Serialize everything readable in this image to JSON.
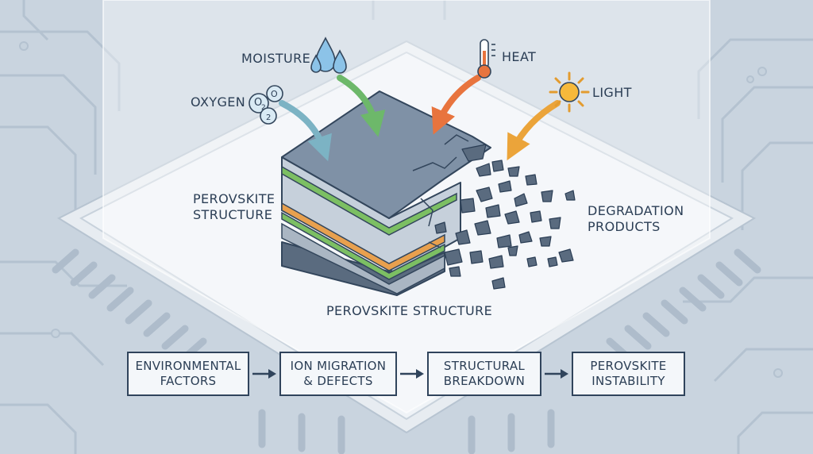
{
  "factors": {
    "moisture": "MOISTURE",
    "heat": "HEAT",
    "oxygen": "OXYGEN",
    "light": "LIGHT"
  },
  "oxygen_glyphs": [
    "O",
    "2",
    "O",
    "2"
  ],
  "labels": {
    "structure_left": [
      "PEROVSKITE",
      "STRUCTURE"
    ],
    "degradation": [
      "DEGRADATION",
      "PRODUCTS"
    ],
    "structure_bottom": "PEROVSKITE STRUCTURE"
  },
  "flow": [
    {
      "line1": "ENVIRONMENTAL",
      "line2": "FACTORS"
    },
    {
      "line1": "ION MIGRATION",
      "line2": "& DEFECTS"
    },
    {
      "line1": "STRUCTURAL",
      "line2": "BREAKDOWN"
    },
    {
      "line1": "PEROVSKITE",
      "line2": "INSTABILITY"
    }
  ],
  "colors": {
    "moisture_arrow": "#6db86a",
    "heat_arrow": "#e8743e",
    "oxygen_arrow": "#7cb3c4",
    "light_arrow": "#eba43a",
    "green_layer": "#7cbf63",
    "orange_layer": "#e8a04e"
  }
}
